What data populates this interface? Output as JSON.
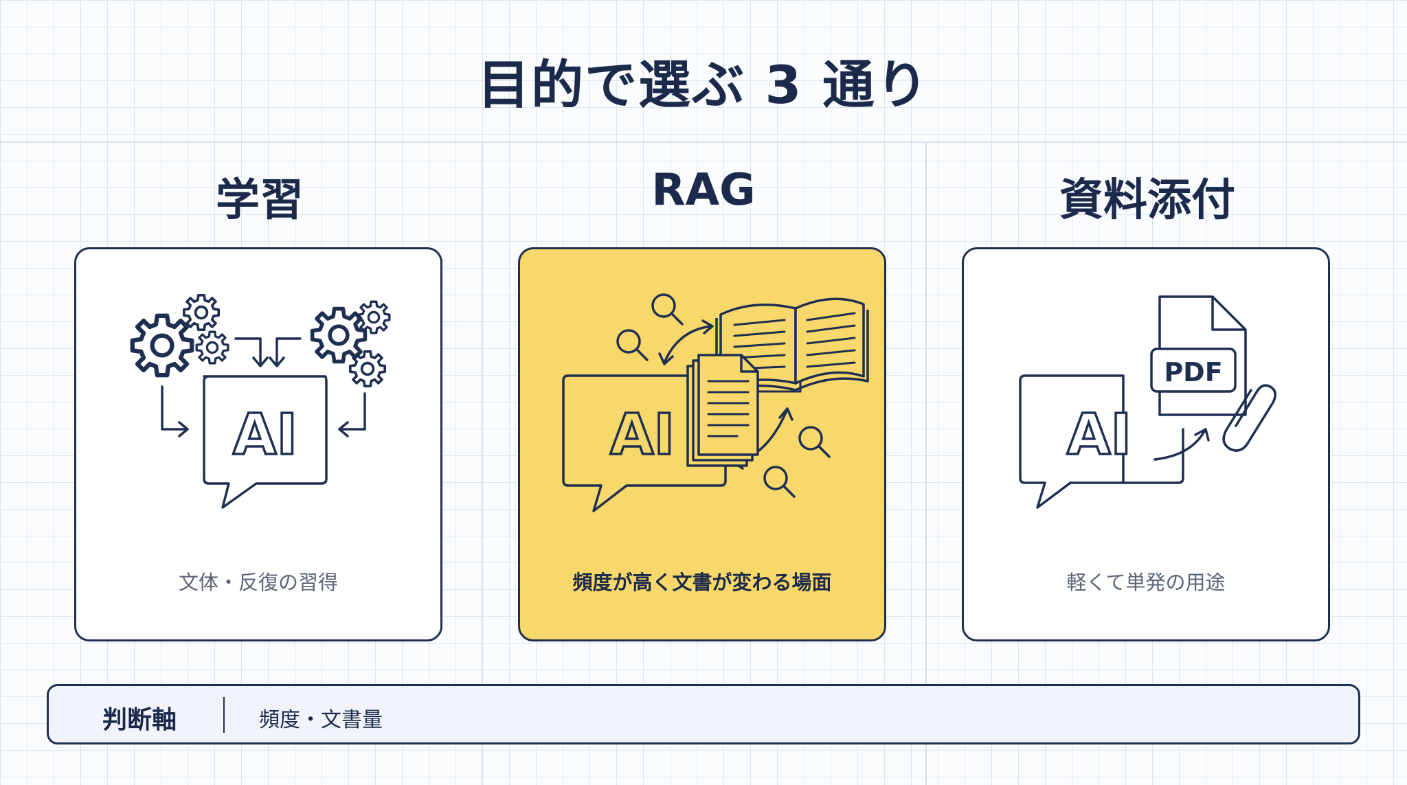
{
  "title": "目的で選ぶ 3 通り",
  "columns": [
    {
      "heading": "学習",
      "caption": "文体・反復の習得",
      "ai_label": "AI"
    },
    {
      "heading": "RAG",
      "caption": "頻度が高く文書が変わる場面",
      "ai_label": "AI"
    },
    {
      "heading": "資料添付",
      "caption": "軽くて単発の用途",
      "ai_label": "AI",
      "file_label": "PDF"
    }
  ],
  "axis": {
    "label": "判断軸",
    "value": "頻度・文書量"
  },
  "colors": {
    "navy": "#1e2f52",
    "highlight": "#f8d86a",
    "grid": "#dde5ef"
  },
  "icons": [
    "gear-icon",
    "ai-chat-bubble-icon",
    "magnifier-icon",
    "open-book-icon",
    "document-stack-icon",
    "pdf-file-icon",
    "paperclip-icon"
  ]
}
